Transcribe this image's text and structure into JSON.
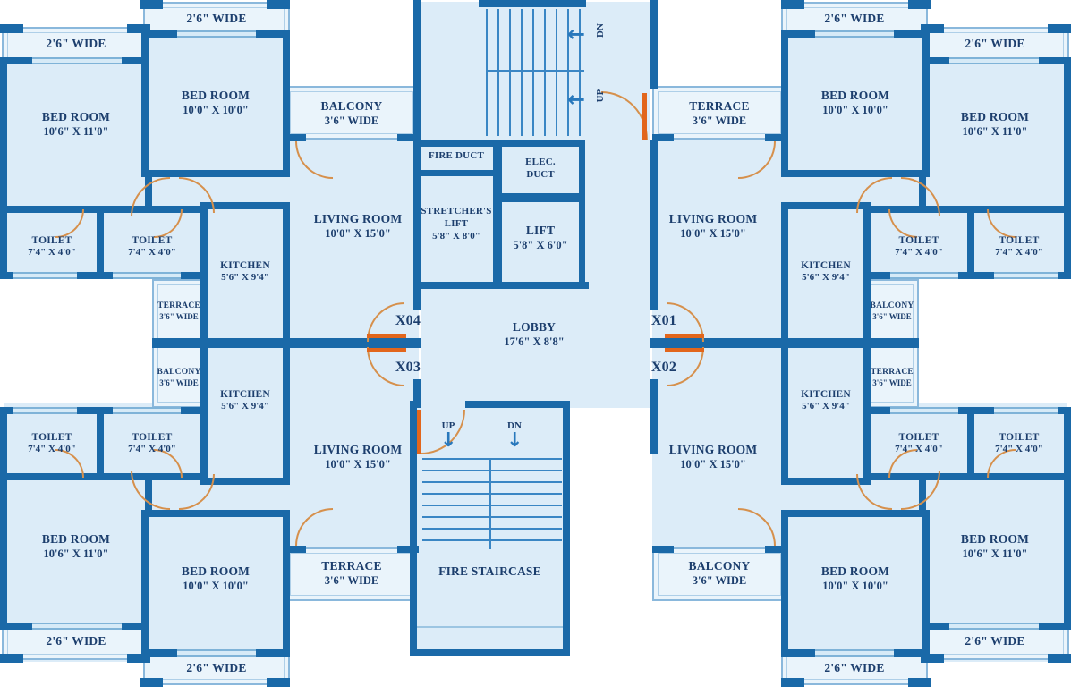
{
  "meta": {
    "drawing_type": "residential typical floor plan",
    "units_count": 4
  },
  "colors": {
    "wall": "#1a69a8",
    "room_fill": "#dcecf8",
    "balcony_fill": "#eaf4fb",
    "window_line": "#7fb3d8",
    "text": "#1c3e6d",
    "door_arc": "#d6904c",
    "door_leaf": "#e2661c",
    "arrow": "#2878bc",
    "stair_line": "#3a86c4",
    "background": "#ffffff"
  },
  "icons": {
    "arrow_left": "←",
    "arrow_down": "↓"
  },
  "core": {
    "staircase": {
      "dn_label": "DN",
      "up_label": "UP"
    },
    "fire_duct": {
      "name": "FIRE DUCT"
    },
    "elec_duct": {
      "line1": "ELEC.",
      "line2": "DUCT"
    },
    "stretcher_lift": {
      "name": "STRETCHER'S LIFT",
      "dims": "5'8\" X 8'0\""
    },
    "lift": {
      "name": "LIFT",
      "dims": "5'8\" X 6'0\""
    },
    "lobby": {
      "name": "LOBBY",
      "dims": "17'6\" X 8'8\""
    },
    "fire_staircase": {
      "name": "FIRE STAIRCASE",
      "up_label": "UP",
      "dn_label": "DN"
    }
  },
  "units": {
    "x04": {
      "entrance_label": "X04",
      "rooms": {
        "bed_large": {
          "name": "BED ROOM",
          "dims": "10'6\" X 11'0\""
        },
        "bed_small": {
          "name": "BED ROOM",
          "dims": "10'0\" X 10'0\""
        },
        "living": {
          "name": "LIVING ROOM",
          "dims": "10'0\" X 15'0\""
        },
        "kitchen": {
          "name": "KITCHEN",
          "dims": "5'6\" X 9'4\""
        },
        "toilet_a": {
          "name": "TOILET",
          "dims": "7'4\" X 4'0\""
        },
        "toilet_b": {
          "name": "TOILET",
          "dims": "7'4\" X 4'0\""
        },
        "balcony": {
          "name": "BALCONY",
          "dims": "3'6\" WIDE"
        },
        "terrace": {
          "name": "TERRACE",
          "dims": "3'6\" WIDE"
        },
        "balcony_bed_large": {
          "name": "2'6\" WIDE"
        },
        "balcony_bed_small": {
          "name": "2'6\" WIDE"
        }
      }
    },
    "x01": {
      "entrance_label": "X01",
      "rooms": {
        "bed_large": {
          "name": "BED ROOM",
          "dims": "10'6\" X 11'0\""
        },
        "bed_small": {
          "name": "BED ROOM",
          "dims": "10'0\" X 10'0\""
        },
        "living": {
          "name": "LIVING ROOM",
          "dims": "10'0\" X 15'0\""
        },
        "kitchen": {
          "name": "KITCHEN",
          "dims": "5'6\" X 9'4\""
        },
        "toilet_a": {
          "name": "TOILET",
          "dims": "7'4\" X 4'0\""
        },
        "toilet_b": {
          "name": "TOILET",
          "dims": "7'4\" X 4'0\""
        },
        "terrace": {
          "name": "TERRACE",
          "dims": "3'6\" WIDE"
        },
        "balcony": {
          "name": "BALCONY",
          "dims": "3'6\" WIDE"
        },
        "balcony_bed_large": {
          "name": "2'6\" WIDE"
        },
        "balcony_bed_small": {
          "name": "2'6\" WIDE"
        }
      }
    },
    "x03": {
      "entrance_label": "X03",
      "rooms": {
        "bed_large": {
          "name": "BED ROOM",
          "dims": "10'6\" X 11'0\""
        },
        "bed_small": {
          "name": "BED ROOM",
          "dims": "10'0\" X 10'0\""
        },
        "living": {
          "name": "LIVING ROOM",
          "dims": "10'0\" X 15'0\""
        },
        "kitchen": {
          "name": "KITCHEN",
          "dims": "5'6\" X 9'4\""
        },
        "toilet_a": {
          "name": "TOILET",
          "dims": "7'4\" X 4'0\""
        },
        "toilet_b": {
          "name": "TOILET",
          "dims": "7'4\" X 4'0\""
        },
        "balcony": {
          "name": "BALCONY",
          "dims": "3'6\" WIDE"
        },
        "terrace": {
          "name": "TERRACE",
          "dims": "3'6\" WIDE"
        },
        "balcony_bed_large": {
          "name": "2'6\" WIDE"
        },
        "balcony_bed_small": {
          "name": "2'6\" WIDE"
        }
      }
    },
    "x02": {
      "entrance_label": "X02",
      "rooms": {
        "bed_large": {
          "name": "BED ROOM",
          "dims": "10'6\" X 11'0\""
        },
        "bed_small": {
          "name": "BED ROOM",
          "dims": "10'0\" X 10'0\""
        },
        "living": {
          "name": "LIVING ROOM",
          "dims": "10'0\" X 15'0\""
        },
        "kitchen": {
          "name": "KITCHEN",
          "dims": "5'6\" X 9'4\""
        },
        "toilet_a": {
          "name": "TOILET",
          "dims": "7'4\" X 4'0\""
        },
        "toilet_b": {
          "name": "TOILET",
          "dims": "7'4\" X 4'0\""
        },
        "terrace": {
          "name": "TERRACE",
          "dims": "3'6\" WIDE"
        },
        "balcony": {
          "name": "BALCONY",
          "dims": "3'6\" WIDE"
        },
        "balcony_bed_large": {
          "name": "2'6\" WIDE"
        },
        "balcony_bed_small": {
          "name": "2'6\" WIDE"
        }
      }
    }
  }
}
